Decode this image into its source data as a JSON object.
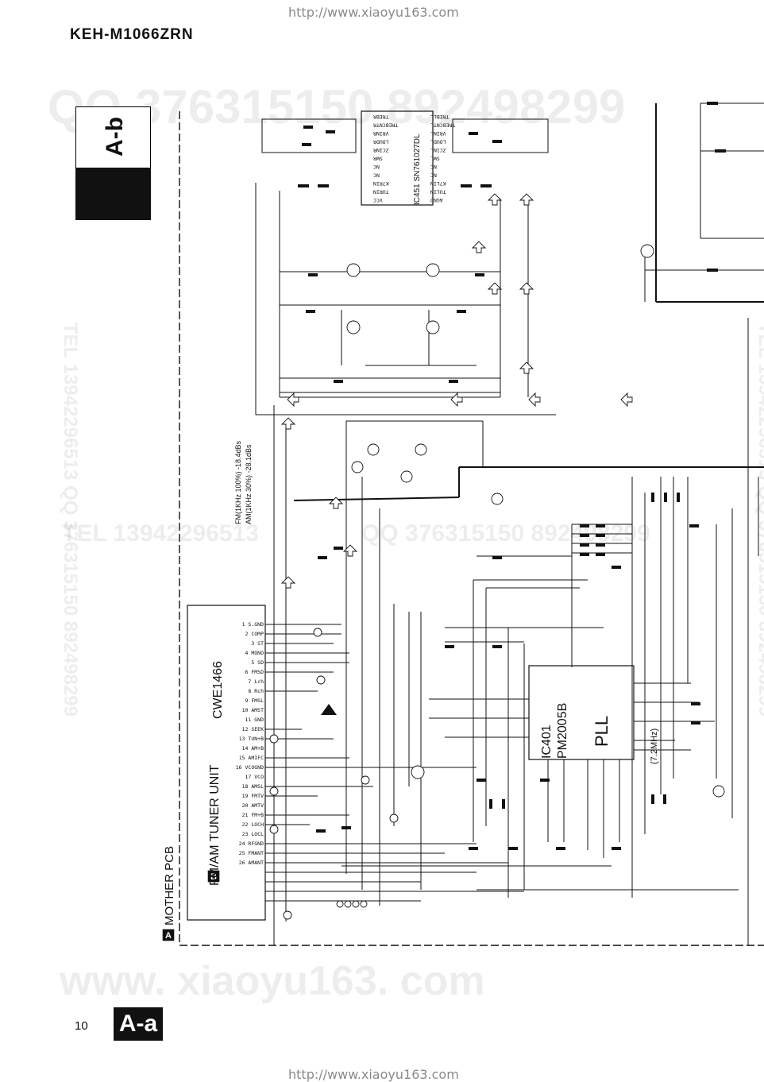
{
  "header": {
    "url_top": "http://www.xiaoyu163.com",
    "model": "KEH-M1066ZRN"
  },
  "footer": {
    "url_bottom": "http://www.xiaoyu163.com",
    "page_number": "10",
    "section_badge": "A-a"
  },
  "side_tab": {
    "label": "A-b"
  },
  "watermarks": {
    "qq": "QQ 376315150  892498299",
    "tel": "TEL 13942296513",
    "qq2": "QQ 376315150  892498299",
    "www": "www. xiaoyu163. com",
    "vertical": "TEL 13942296513  QQ 376315150  892498299"
  },
  "schematic": {
    "mother_pcb": {
      "marker": "A",
      "label": "MOTHER PCB"
    },
    "tuner_unit": {
      "marker": "B",
      "label": "FM/AM TUNER UNIT",
      "part": "CWE1466"
    },
    "ic451": {
      "label": "IC451  SN761027DL"
    },
    "ic401": {
      "ref": "IC401",
      "part": "PM2005B",
      "name": "PLL"
    },
    "fm_note": "FM(1KHz 100%) -18.4dBs",
    "am_note": "AM(1KHz 30%) -28.1dBs",
    "crystal_freq": "(7.2MHz)",
    "connector_pins": [
      "1 S.GND",
      "2 COMP",
      "3 ST",
      "4 MONO",
      "5 SD",
      "6 FMSD",
      "7 Lch",
      "8 Rch",
      "9 FMSL",
      "10 AMST",
      "11 GND",
      "12 SEEK",
      "13 TUN+B",
      "14 AM+B",
      "15 AMIFC",
      "16 VCOGND",
      "17 VCO",
      "18 AMSL",
      "19 FMTV",
      "20 AMTV",
      "21 FM+B",
      "22 LOCH",
      "23 LOCL",
      "24 RFGND",
      "25 FMANT",
      "26 AMANT"
    ],
    "ic451_pins_left": [
      "TREBLL",
      "TREBCNTL",
      "VRINL",
      "LOUDL",
      "ZCINL",
      "SWL",
      "NC",
      "NC",
      "K7LIN",
      "TULIN",
      "AGND"
    ],
    "ic451_pins_right": [
      "TREBR",
      "TREBCNTR",
      "VRINR",
      "LOUDR",
      "ZCINR",
      "SWR",
      "NC",
      "NC",
      "K7RIN",
      "TURIN",
      "VCC"
    ]
  }
}
